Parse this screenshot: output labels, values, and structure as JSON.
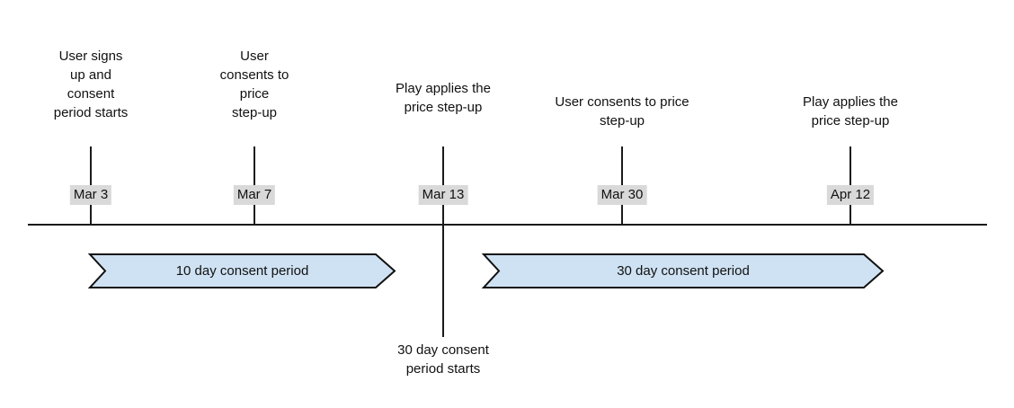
{
  "events": [
    {
      "date": "Mar 3",
      "label": "User signs\nup and\nconsent\nperiod starts"
    },
    {
      "date": "Mar 7",
      "label": "User\nconsents to\nprice\nstep-up"
    },
    {
      "date": "Mar 13",
      "label": "Play applies the\nprice step-up",
      "note": "30 day consent\nperiod starts"
    },
    {
      "date": "Mar 30",
      "label": "User consents to price\nstep-up"
    },
    {
      "date": "Apr 12",
      "label": "Play applies the\nprice step-up"
    }
  ],
  "periods": [
    {
      "label": "10 day consent period"
    },
    {
      "label": "30 day consent period"
    }
  ],
  "colors": {
    "period_fill": "#cfe2f3",
    "period_border": "#111111",
    "badge_bg": "#d9d9d9",
    "line": "#1a1a1a",
    "text": "#111111"
  }
}
